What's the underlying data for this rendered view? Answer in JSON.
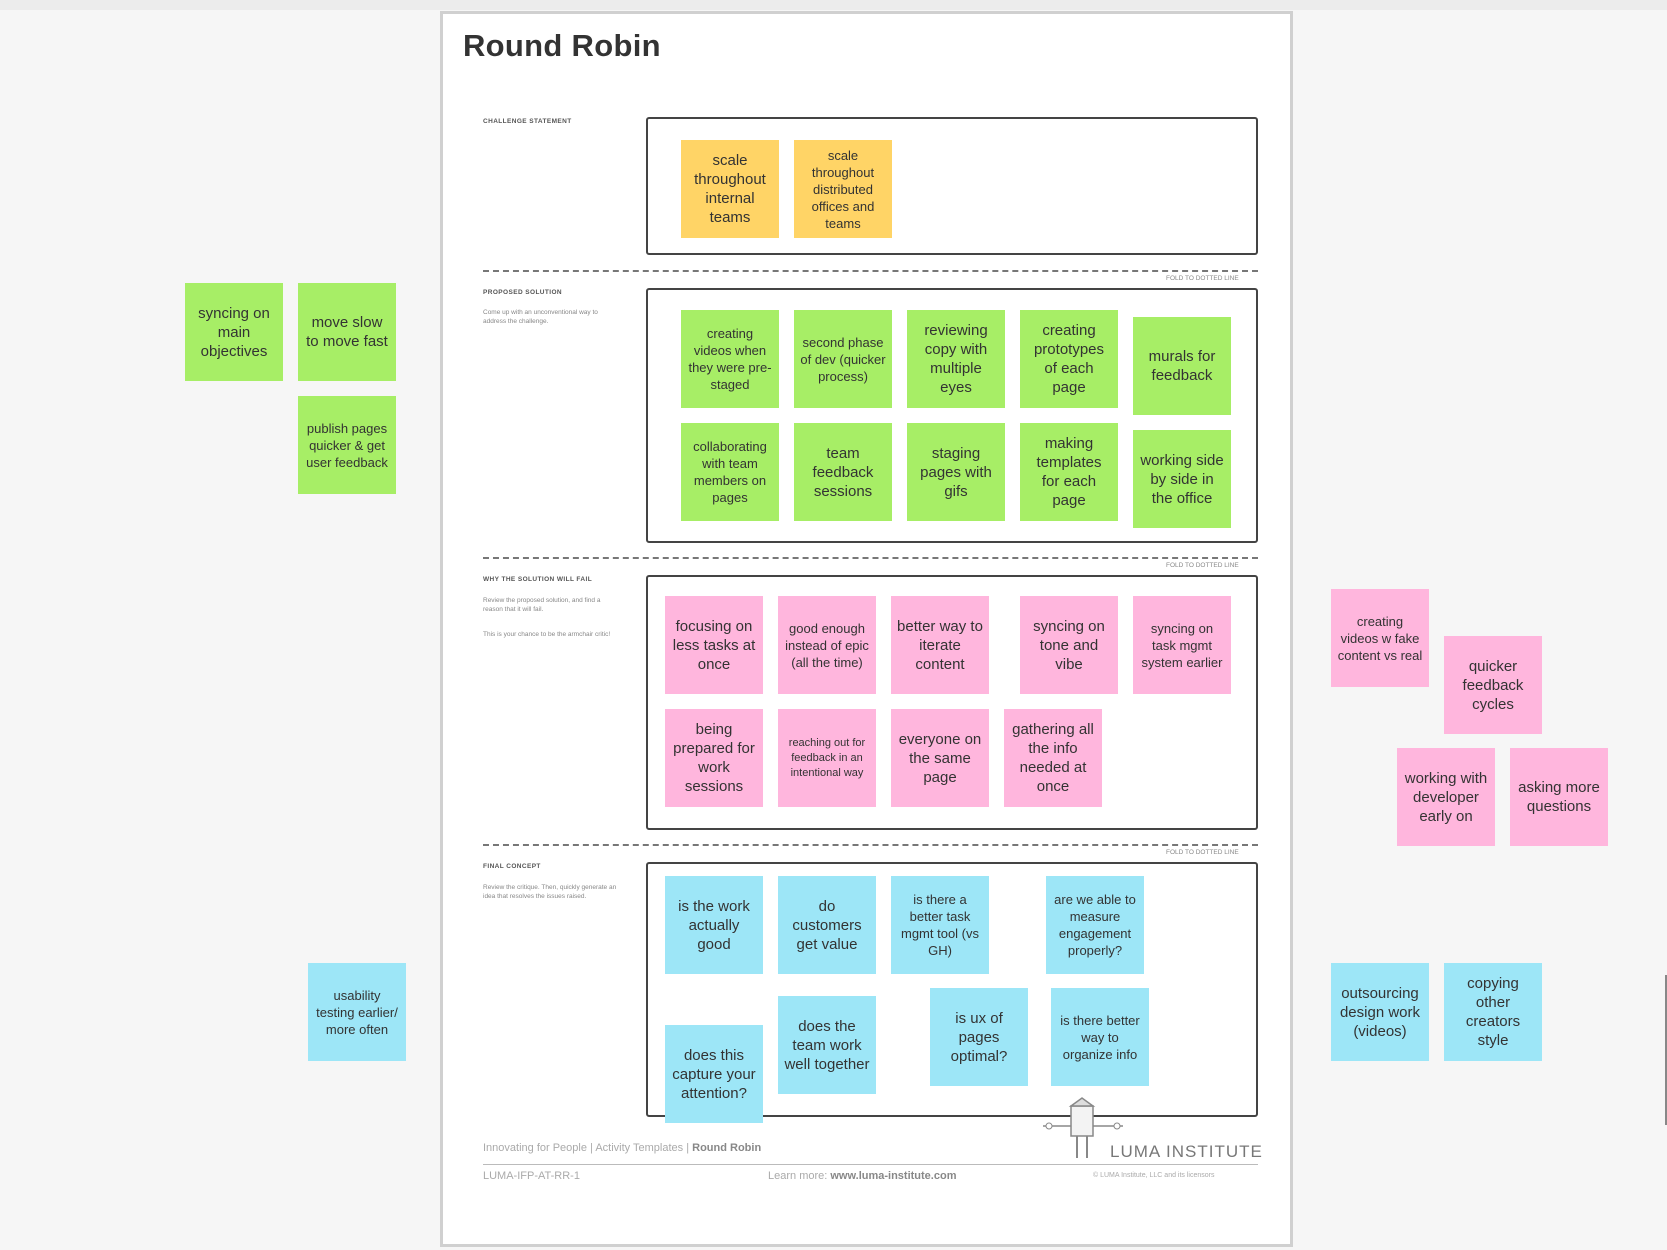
{
  "board": {
    "title": "Round Robin",
    "challenge": {
      "label": "CHALLENGE STATEMENT",
      "notes": [
        "scale throughout internal teams",
        "scale throughout distributed offices and teams"
      ]
    },
    "solution": {
      "label": "PROPOSED SOLUTION",
      "desc": "Come up with an unconventional way to address the challenge.",
      "fold": "FOLD TO DOTTED LINE",
      "notes": [
        "creating videos when they were pre-staged",
        "second phase of dev (quicker process)",
        "reviewing copy with multiple eyes",
        "creating prototypes of each page",
        "murals for feedback",
        "collaborating with team members on pages",
        "team feedback sessions",
        "staging pages with gifs",
        "making templates for each page",
        "working side by side in the office"
      ]
    },
    "fail": {
      "label": "WHY THE SOLUTION WILL FAIL",
      "desc1": "Review the proposed solution, and find a reason that it will fail.",
      "desc2": "This is your chance to be the armchair critic!",
      "fold": "FOLD TO DOTTED LINE",
      "notes": [
        "focusing on less tasks at once",
        "good enough instead of epic (all the time)",
        "better way to iterate content",
        "syncing on tone and vibe",
        "syncing on task mgmt system earlier",
        "being prepared for work sessions",
        "reaching out for feedback in an intentional way",
        "everyone on the same page",
        "gathering all the info needed at once"
      ]
    },
    "final": {
      "label": "FINAL CONCEPT",
      "desc": "Review the critique. Then, quickly generate an idea that resolves the issues raised.",
      "fold": "FOLD TO DOTTED LINE",
      "notes": [
        "is the work actually good",
        "do customers get value",
        "is there a better task mgmt tool (vs GH)",
        "are we able to measure engagement properly?",
        "does this capture your attention?",
        "does the team work well together",
        "is ux of pages optimal?",
        "is there better way to organize info"
      ]
    },
    "footer": {
      "left": "Innovating for People | Activity Templates | ",
      "left_bold": "Round Robin",
      "code": "LUMA-IFP-AT-RR-1",
      "learn": "Learn more: ",
      "url": "www.luma-institute.com",
      "copyright": "© LUMA Institute, LLC and its licensors",
      "brand": "LUMA INSTITUTE"
    }
  },
  "outside": {
    "green": [
      "syncing on main objectives",
      "move slow to move fast",
      "publish pages quicker & get user feedback"
    ],
    "pink": [
      "creating videos w fake content vs real",
      "quicker feedback cycles",
      "working with developer early on",
      "asking more questions"
    ],
    "blue": [
      "usability testing earlier/ more often",
      "outsourcing design work (videos)",
      "copying other creators style"
    ]
  },
  "colors": {
    "yellow": "#ffd466",
    "green": "#a7ee66",
    "pink": "#ffb6dd",
    "blue": "#9de6f7"
  }
}
